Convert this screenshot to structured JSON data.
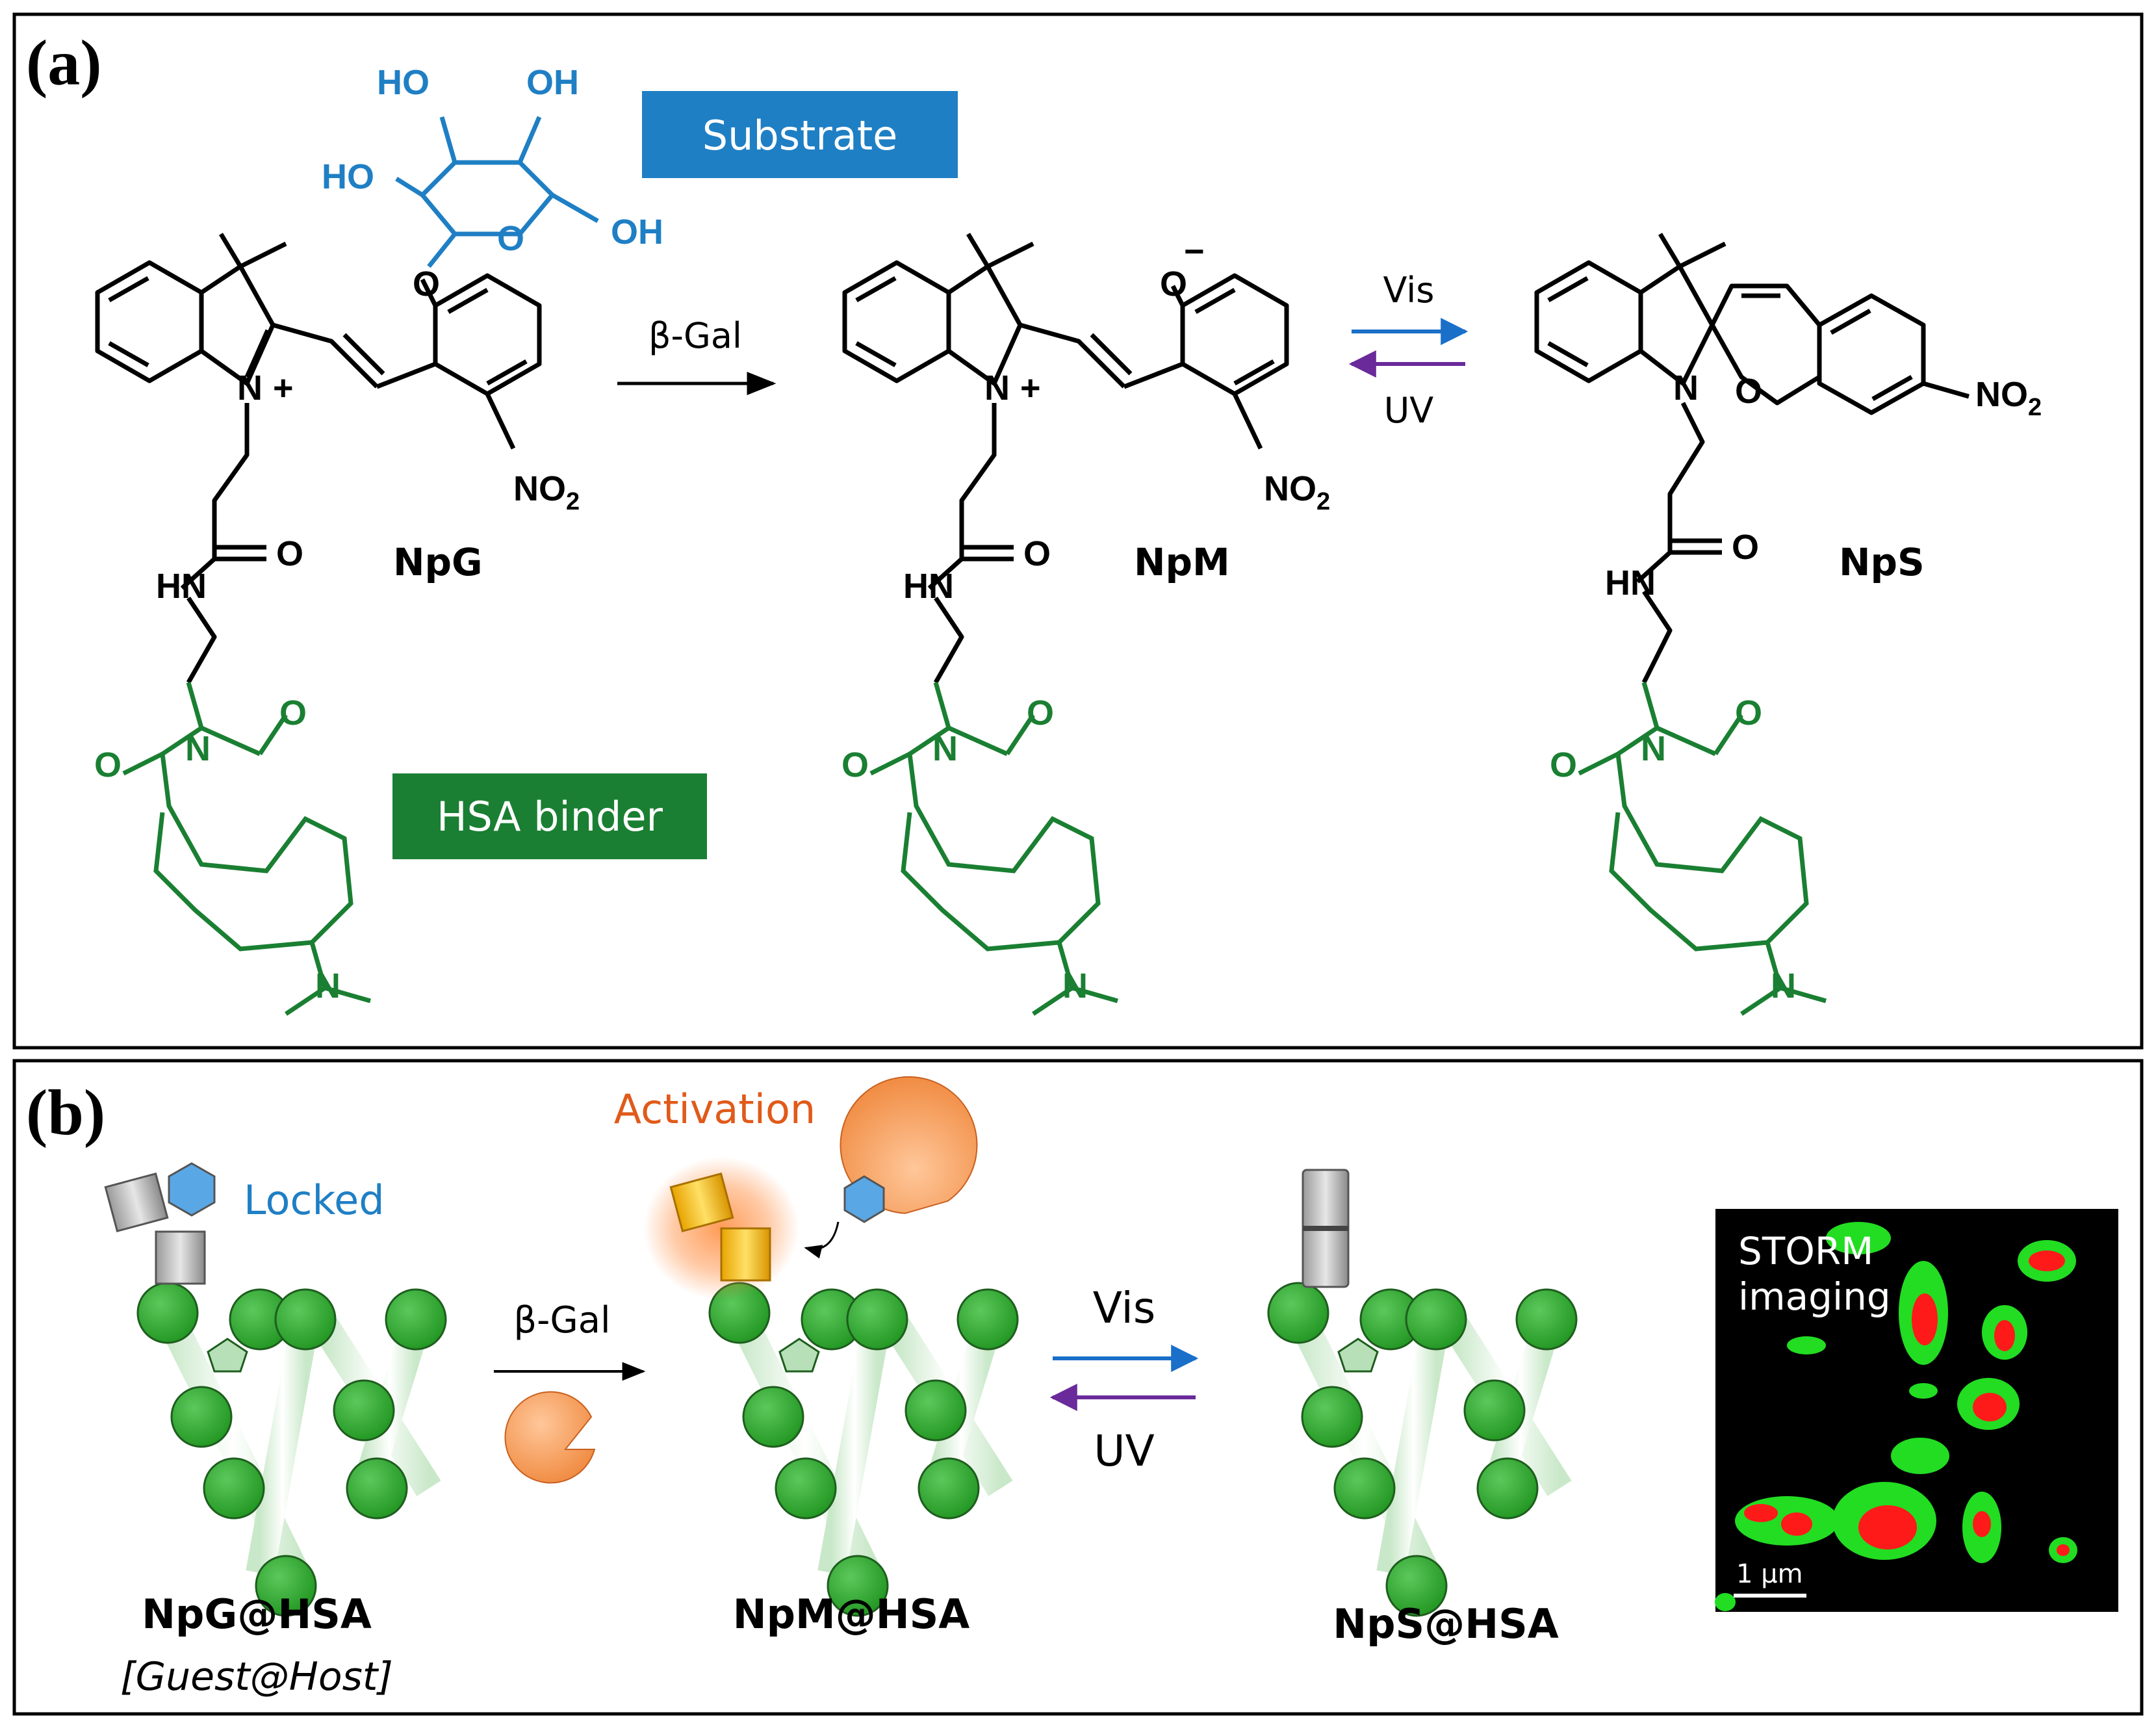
{
  "panel_a": {
    "label": "(a)",
    "tags": {
      "substrate": "Substrate",
      "hsa_binder": "HSA binder"
    },
    "compounds": {
      "npg": "NpG",
      "npm": "NpM",
      "nps": "NpS"
    },
    "reaction": {
      "enzyme": "β-Gal",
      "forward": "Vis",
      "reverse": "UV"
    },
    "atoms": {
      "ho": "HO",
      "oh": "OH",
      "o": "O",
      "n": "N",
      "hn": "HN",
      "no2": "NO",
      "sub2": "2",
      "o_minus": "−",
      "plus": "+"
    }
  },
  "panel_b": {
    "label": "(b)",
    "locked": "Locked",
    "activation": "Activation",
    "enzyme": "β-Gal",
    "forward": "Vis",
    "reverse": "UV",
    "complexes": {
      "npg": "NpG@HSA",
      "npg_sub": "[Guest@Host]",
      "npm": "NpM@HSA",
      "nps": "NpS@HSA"
    },
    "storm": {
      "line1": "STORM",
      "line2": "imaging",
      "scale": "1 μm"
    }
  },
  "colors": {
    "substrate_blue": "#1f7fc4",
    "binder_green": "#1a7f32",
    "vis_arrow": "#1a6fc9",
    "uv_arrow": "#6a2a9a",
    "activation_orange": "#e05a1a",
    "protein_green": "#2e9e2e",
    "storm_red": "#ff1a1a",
    "storm_green": "#22dd22"
  }
}
